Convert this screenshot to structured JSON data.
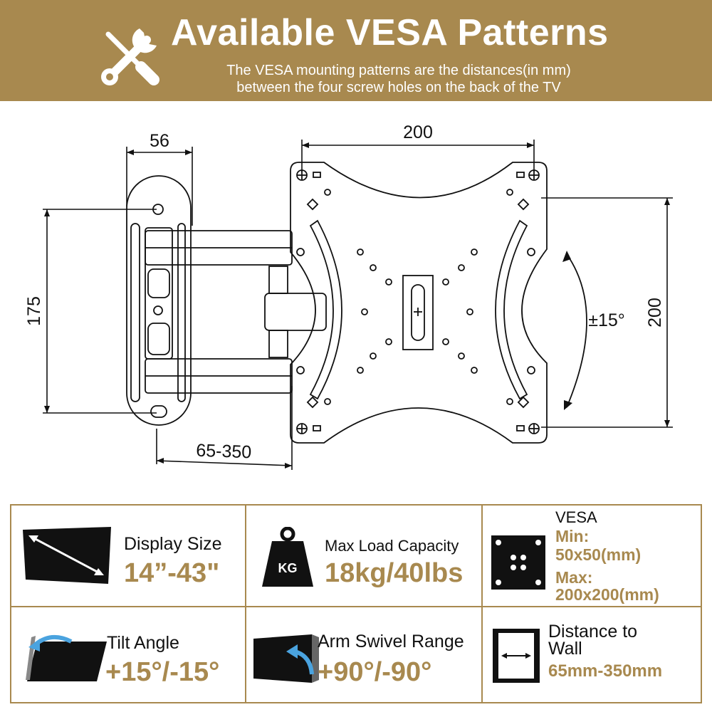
{
  "banner": {
    "title": "Available VESA Patterns",
    "subtitle_line1": "The VESA mounting patterns are the distances(in mm)",
    "subtitle_line2": "between the four screw holes on the back of the TV",
    "background_color": "#a8894f",
    "icon": "wrench-screwdriver-icon"
  },
  "diagram": {
    "dim_wallplate_width": "56",
    "dim_wallplate_height": "175",
    "dim_extension": "65-350",
    "dim_vesa_horizontal": "200",
    "dim_vesa_vertical": "200",
    "tilt_label": "±15°"
  },
  "specs": {
    "display_size": {
      "label": "Display Size",
      "value": "14”-43\"",
      "icon": "diagonal-screen-icon"
    },
    "max_load": {
      "label": "Max Load Capacity",
      "value": "18kg/40lbs",
      "icon": "kg-weight-icon",
      "icon_text": "KG"
    },
    "vesa": {
      "label": "VESA",
      "min_label": "Min:",
      "min_value": "50x50(mm)",
      "max_label": "Max:",
      "max_value": "200x200(mm)",
      "icon": "vesa-plate-icon"
    },
    "tilt": {
      "label": "Tilt Angle",
      "value": "+15°/-15°",
      "icon": "tilt-screen-icon"
    },
    "swivel": {
      "label": "Arm Swivel Range",
      "value": "+90°/-90°",
      "icon": "swivel-screen-icon"
    },
    "distance": {
      "label": "Distance to",
      "label_line2": "Wall",
      "value": "65mm-350mm",
      "icon": "wall-distance-icon"
    }
  },
  "colors": {
    "accent": "#a8894f",
    "text": "#111111",
    "blue_arrow": "#4aa3df"
  }
}
